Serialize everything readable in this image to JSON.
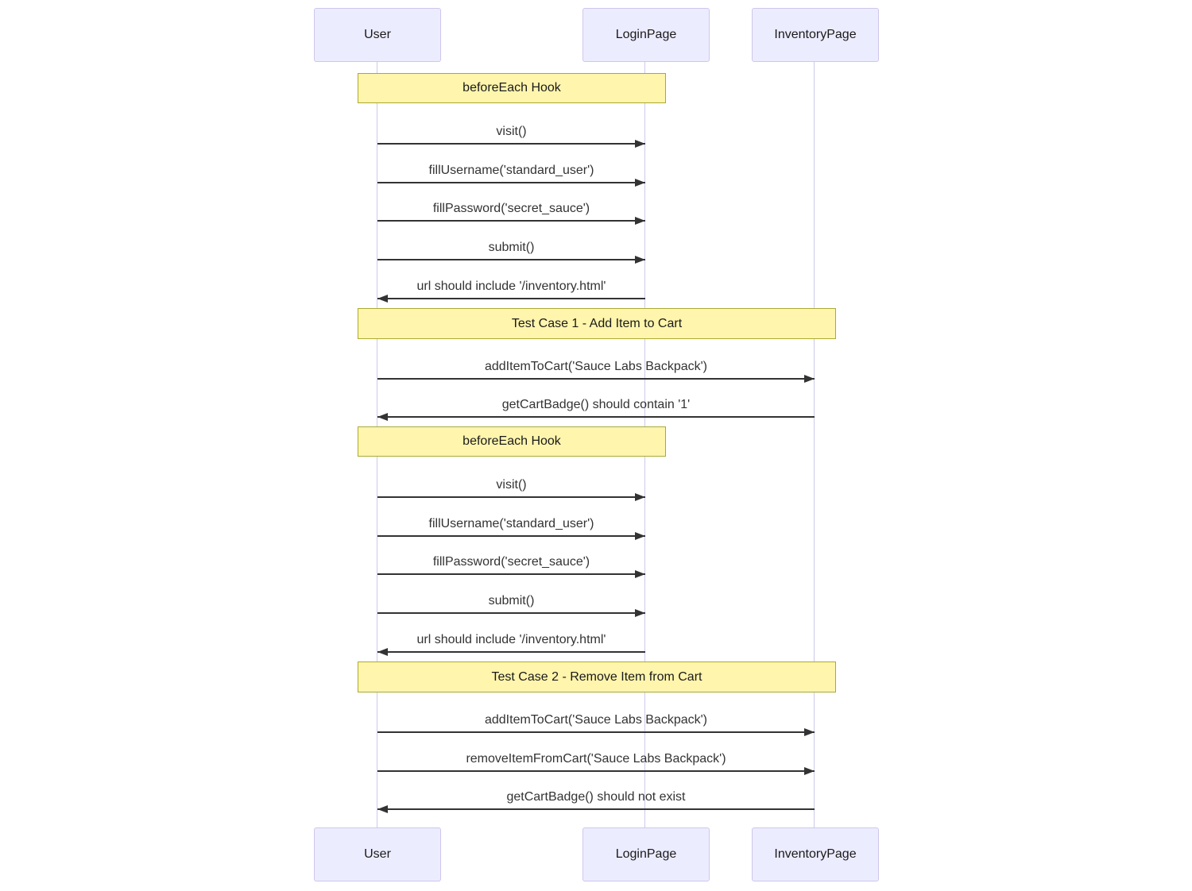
{
  "actors": [
    {
      "label": "User"
    },
    {
      "label": "LoginPage"
    },
    {
      "label": "InventoryPage"
    }
  ],
  "notes": [
    {
      "label": "beforeEach Hook",
      "over": "User,LoginPage"
    },
    {
      "label": "Test Case 1 - Add Item to Cart",
      "over": "User,InventoryPage"
    },
    {
      "label": "beforeEach Hook",
      "over": "User,LoginPage"
    },
    {
      "label": "Test Case 2 - Remove Item from Cart",
      "over": "User,InventoryPage"
    }
  ],
  "messages": [
    {
      "label": "visit()",
      "from": "User",
      "to": "LoginPage",
      "direction": "right"
    },
    {
      "label": "fillUsername('standard_user')",
      "from": "User",
      "to": "LoginPage",
      "direction": "right"
    },
    {
      "label": "fillPassword('secret_sauce')",
      "from": "User",
      "to": "LoginPage",
      "direction": "right"
    },
    {
      "label": "submit()",
      "from": "User",
      "to": "LoginPage",
      "direction": "right"
    },
    {
      "label": "url should include '/inventory.html'",
      "from": "LoginPage",
      "to": "User",
      "direction": "left"
    },
    {
      "label": "addItemToCart('Sauce Labs Backpack')",
      "from": "User",
      "to": "InventoryPage",
      "direction": "right"
    },
    {
      "label": "getCartBadge() should contain '1'",
      "from": "InventoryPage",
      "to": "User",
      "direction": "left"
    },
    {
      "label": "visit()",
      "from": "User",
      "to": "LoginPage",
      "direction": "right"
    },
    {
      "label": "fillUsername('standard_user')",
      "from": "User",
      "to": "LoginPage",
      "direction": "right"
    },
    {
      "label": "fillPassword('secret_sauce')",
      "from": "User",
      "to": "LoginPage",
      "direction": "right"
    },
    {
      "label": "submit()",
      "from": "User",
      "to": "LoginPage",
      "direction": "right"
    },
    {
      "label": "url should include '/inventory.html'",
      "from": "LoginPage",
      "to": "User",
      "direction": "left"
    },
    {
      "label": "addItemToCart('Sauce Labs Backpack')",
      "from": "User",
      "to": "InventoryPage",
      "direction": "right"
    },
    {
      "label": "removeItemFromCart('Sauce Labs Backpack')",
      "from": "User",
      "to": "InventoryPage",
      "direction": "right"
    },
    {
      "label": "getCartBadge() should not exist",
      "from": "InventoryPage",
      "to": "User",
      "direction": "left"
    }
  ],
  "colors": {
    "actor_fill": "#ececff",
    "actor_border": "#cfc6ec",
    "note_fill": "#fff5ad",
    "note_border": "#aaaa33",
    "lifeline": "#ccc9ea",
    "message_line": "#333333",
    "text": "#1a1a1a"
  }
}
